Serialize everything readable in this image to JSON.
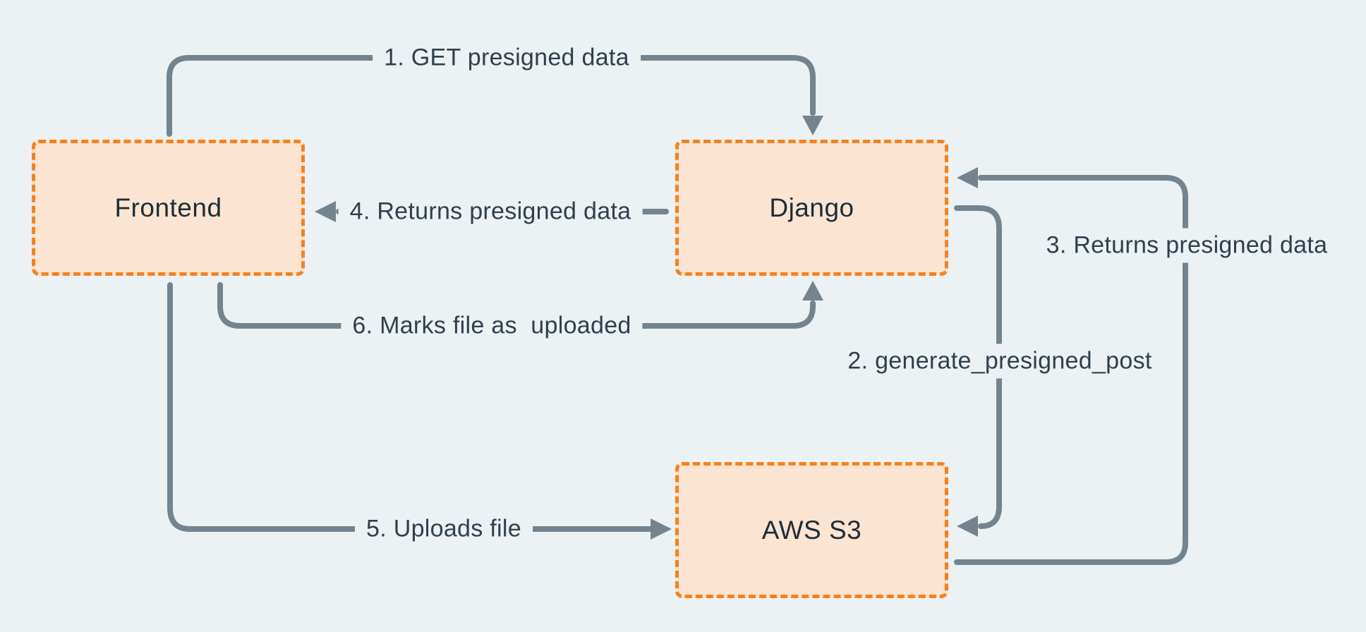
{
  "diagram": {
    "nodes": [
      {
        "id": "frontend",
        "label": "Frontend"
      },
      {
        "id": "django",
        "label": "Django"
      },
      {
        "id": "aws-s3",
        "label": "AWS S3"
      }
    ],
    "edges": [
      {
        "num": "1",
        "label": "1. GET presigned data",
        "from": "Frontend",
        "to": "Django"
      },
      {
        "num": "2",
        "label": "2. generate_presigned_post",
        "from": "Django",
        "to": "AWS S3"
      },
      {
        "num": "3",
        "label": "3. Returns presigned data",
        "from": "AWS S3",
        "to": "Django"
      },
      {
        "num": "4",
        "label": "4. Returns presigned data",
        "from": "Django",
        "to": "Frontend"
      },
      {
        "num": "5",
        "label": "5. Uploads file",
        "from": "Frontend",
        "to": "AWS S3"
      },
      {
        "num": "6",
        "label": "6. Marks file as  uploaded",
        "from": "Frontend",
        "to": "Django"
      }
    ],
    "colors": {
      "bg": "#ECF1F4",
      "node-fill": "#FCE4D2",
      "node-border": "#F5811F",
      "arrow": "#73848F",
      "label-text": "#2F404C",
      "node-text": "#1D2D38"
    }
  }
}
